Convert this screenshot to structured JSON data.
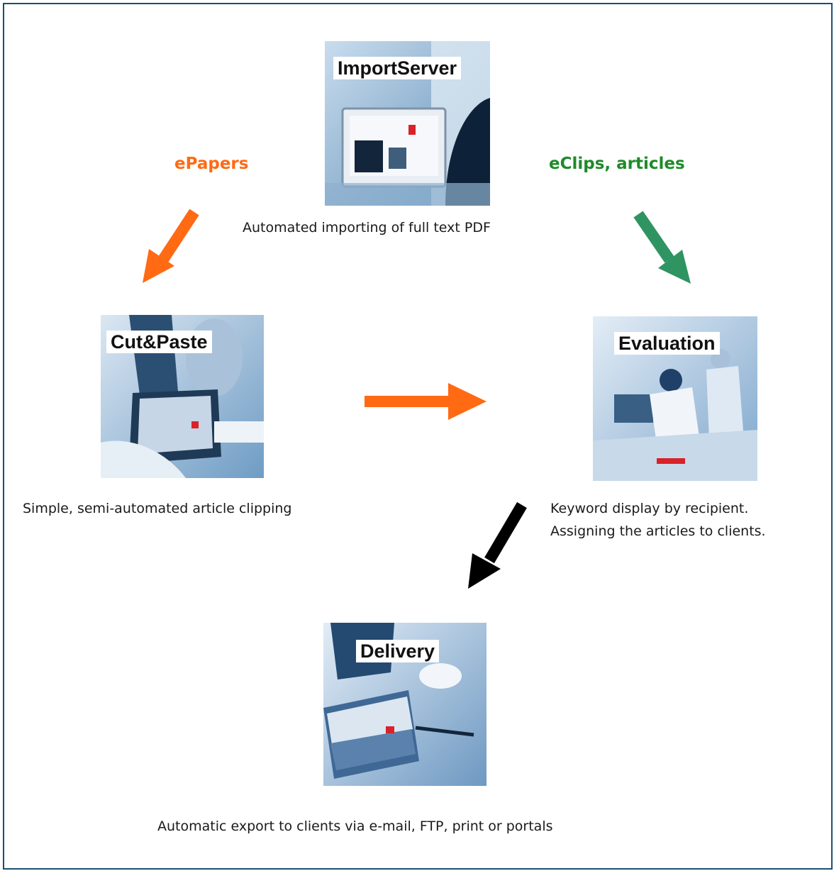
{
  "colors": {
    "orange": "#ff6a13",
    "green": "#2f9462",
    "green_text": "#1f8a2a",
    "black": "#000000",
    "frame": "#1d4f6e"
  },
  "import_server": {
    "label": "ImportServer",
    "caption": "Automated importing of full text PDF"
  },
  "flows": {
    "left_label": "ePapers",
    "right_label": "eClips, articles"
  },
  "cut_paste": {
    "label": "Cut&Paste",
    "caption": "Simple, semi-automated article clipping"
  },
  "evaluation": {
    "label": "Evaluation",
    "caption_line1": "Keyword display by recipient.",
    "caption_line2": "Assigning the articles to clients."
  },
  "delivery": {
    "label": "Delivery",
    "caption": "Automatic export to clients via e-mail, FTP, print or portals"
  }
}
